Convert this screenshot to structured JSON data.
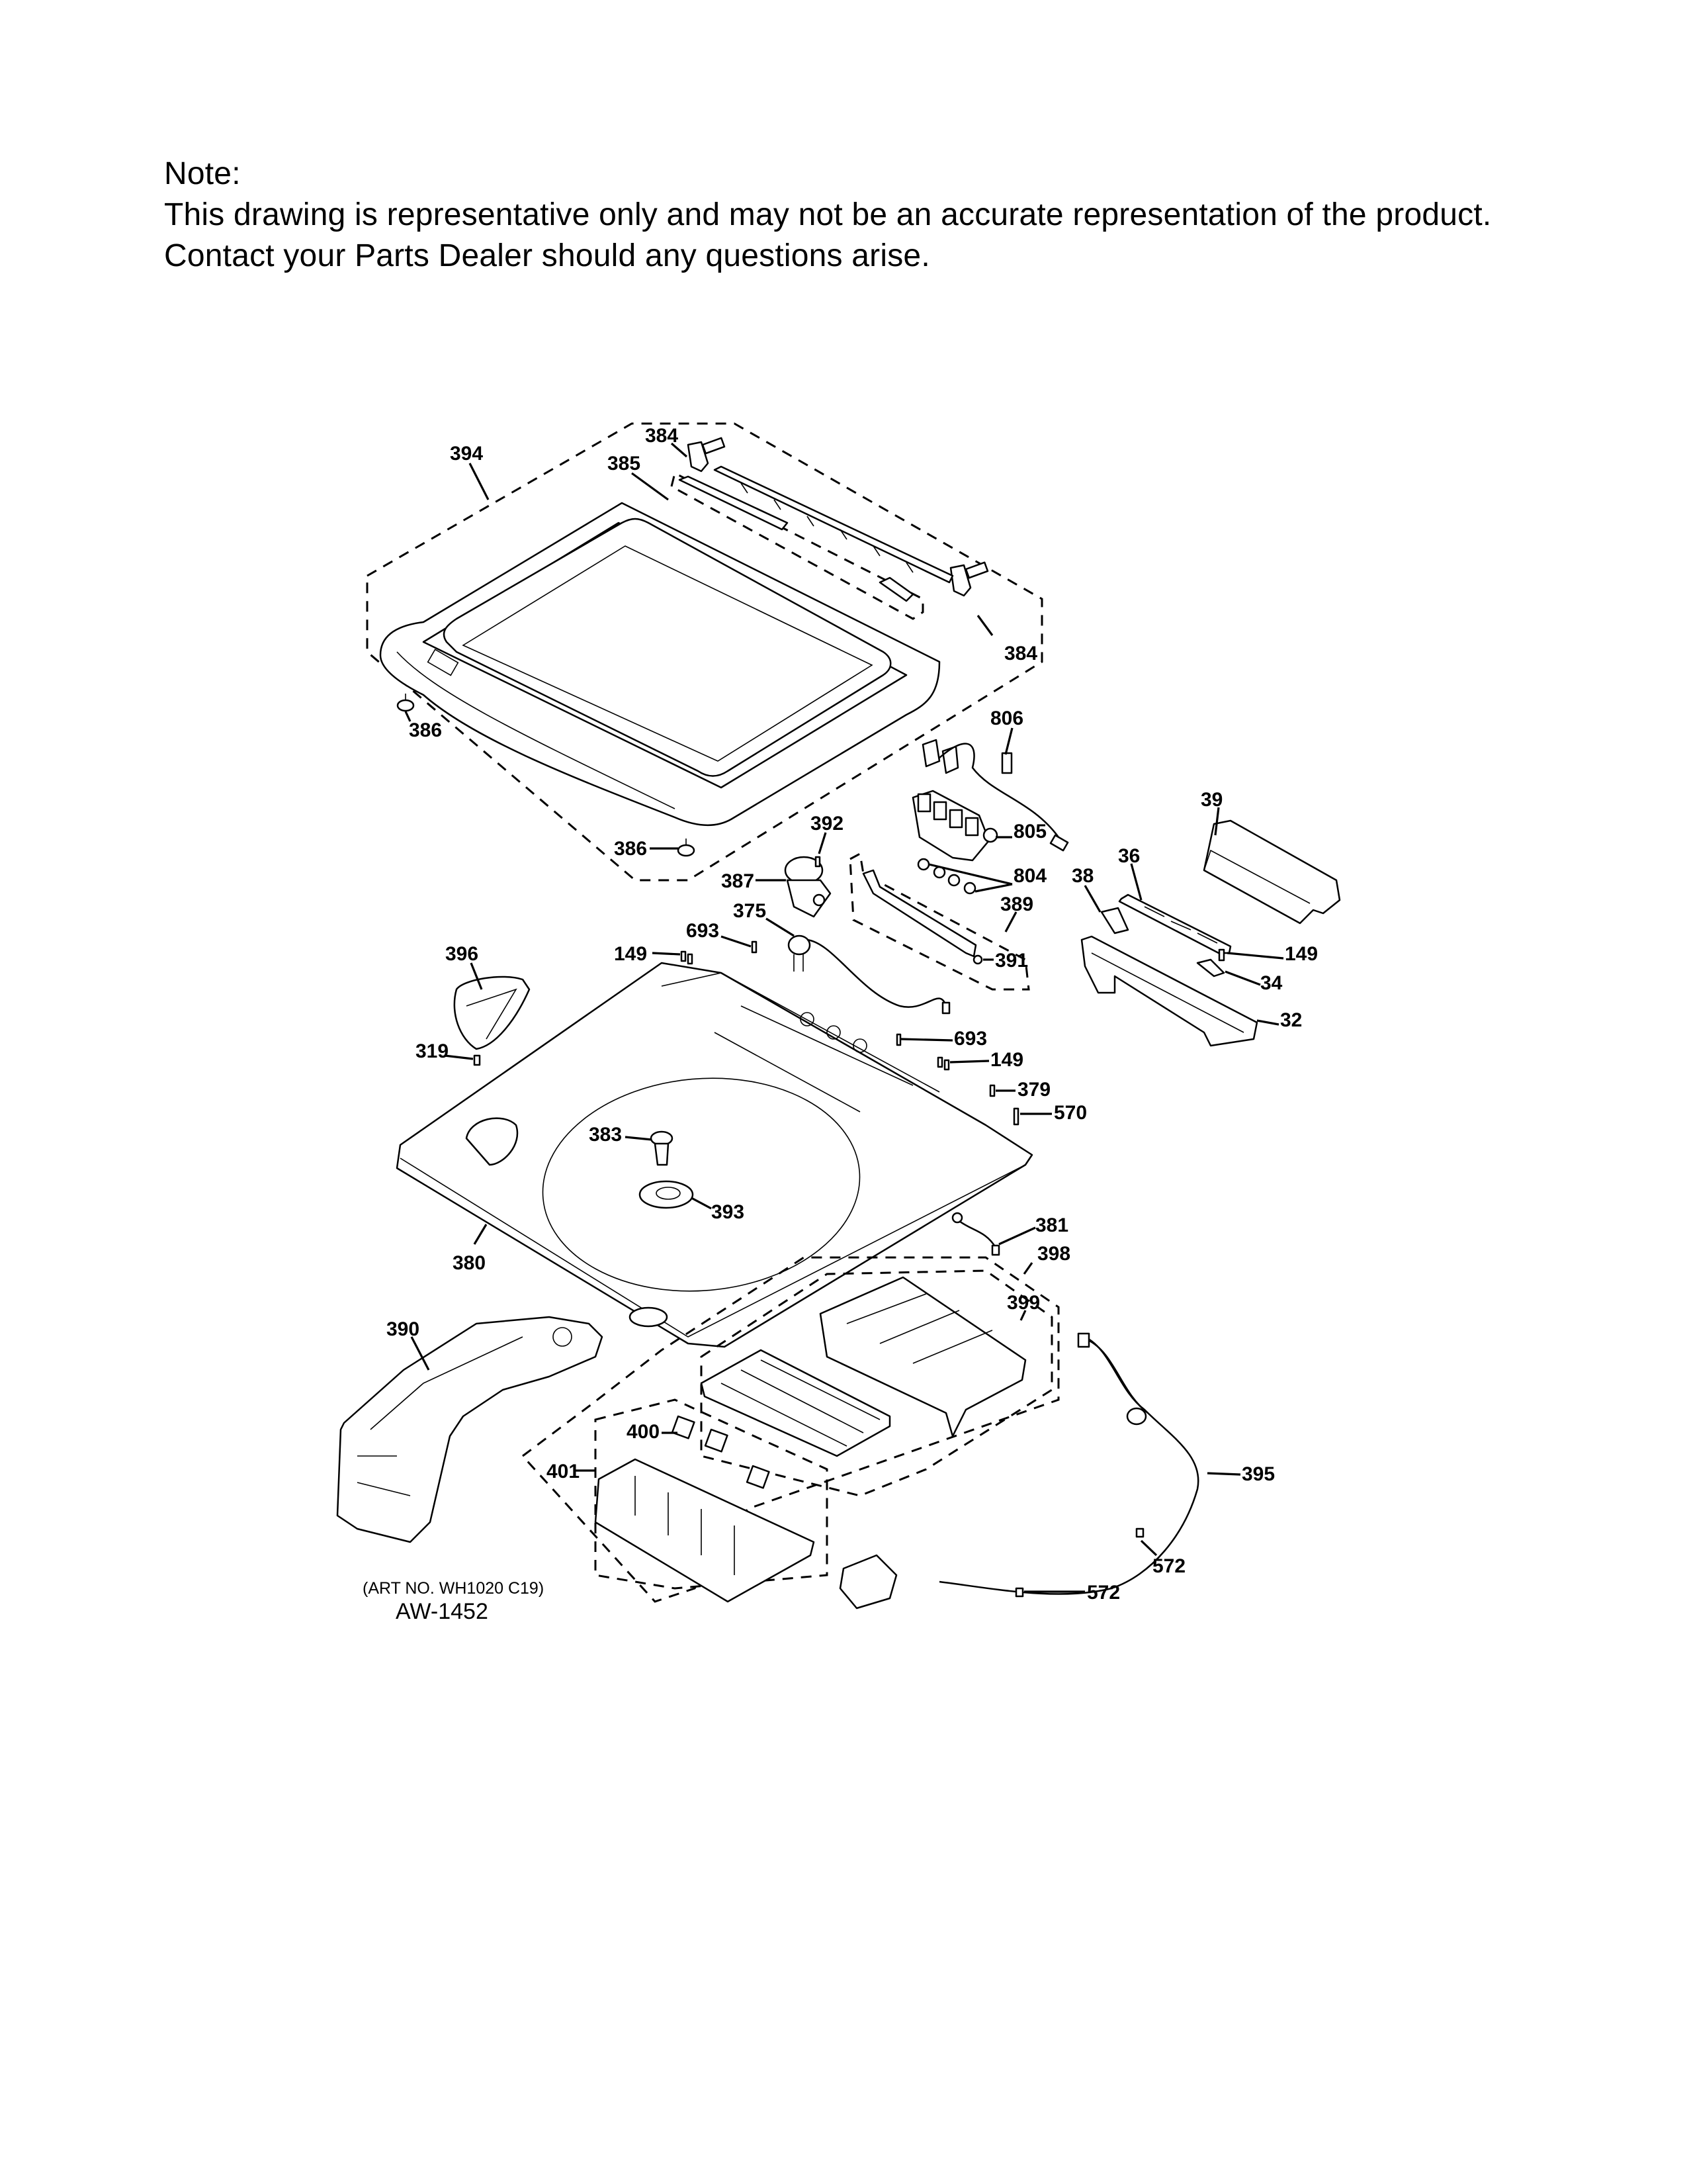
{
  "note": {
    "heading": "Note:",
    "line1": "This drawing is representative only and may not be an accurate representation of the product.",
    "line2": "Contact your Parts Dealer should any questions arise."
  },
  "diagram": {
    "art_number": "(ART NO. WH1020 C19)",
    "drawing_id": "AW-1452",
    "callouts": {
      "c394": "394",
      "c384_top": "384",
      "c385": "385",
      "c384_right": "384",
      "c386_upper": "386",
      "c386_lower": "386",
      "c806": "806",
      "c805": "805",
      "c392": "392",
      "c387": "387",
      "c375": "375",
      "c804": "804",
      "c389": "389",
      "c391": "391",
      "c693_top": "693",
      "c149_top": "149",
      "c396": "396",
      "c39": "39",
      "c38": "38",
      "c36": "36",
      "c149_right": "149",
      "c34": "34",
      "c32": "32",
      "c693_mid": "693",
      "c149_mid": "149",
      "c379": "379",
      "c570": "570",
      "c319": "319",
      "c383": "383",
      "c393": "393",
      "c380": "380",
      "c381": "381",
      "c398": "398",
      "c399": "399",
      "c390": "390",
      "c400": "400",
      "c401": "401",
      "c395": "395",
      "c572_right": "572",
      "c572_bottom": "572"
    }
  }
}
